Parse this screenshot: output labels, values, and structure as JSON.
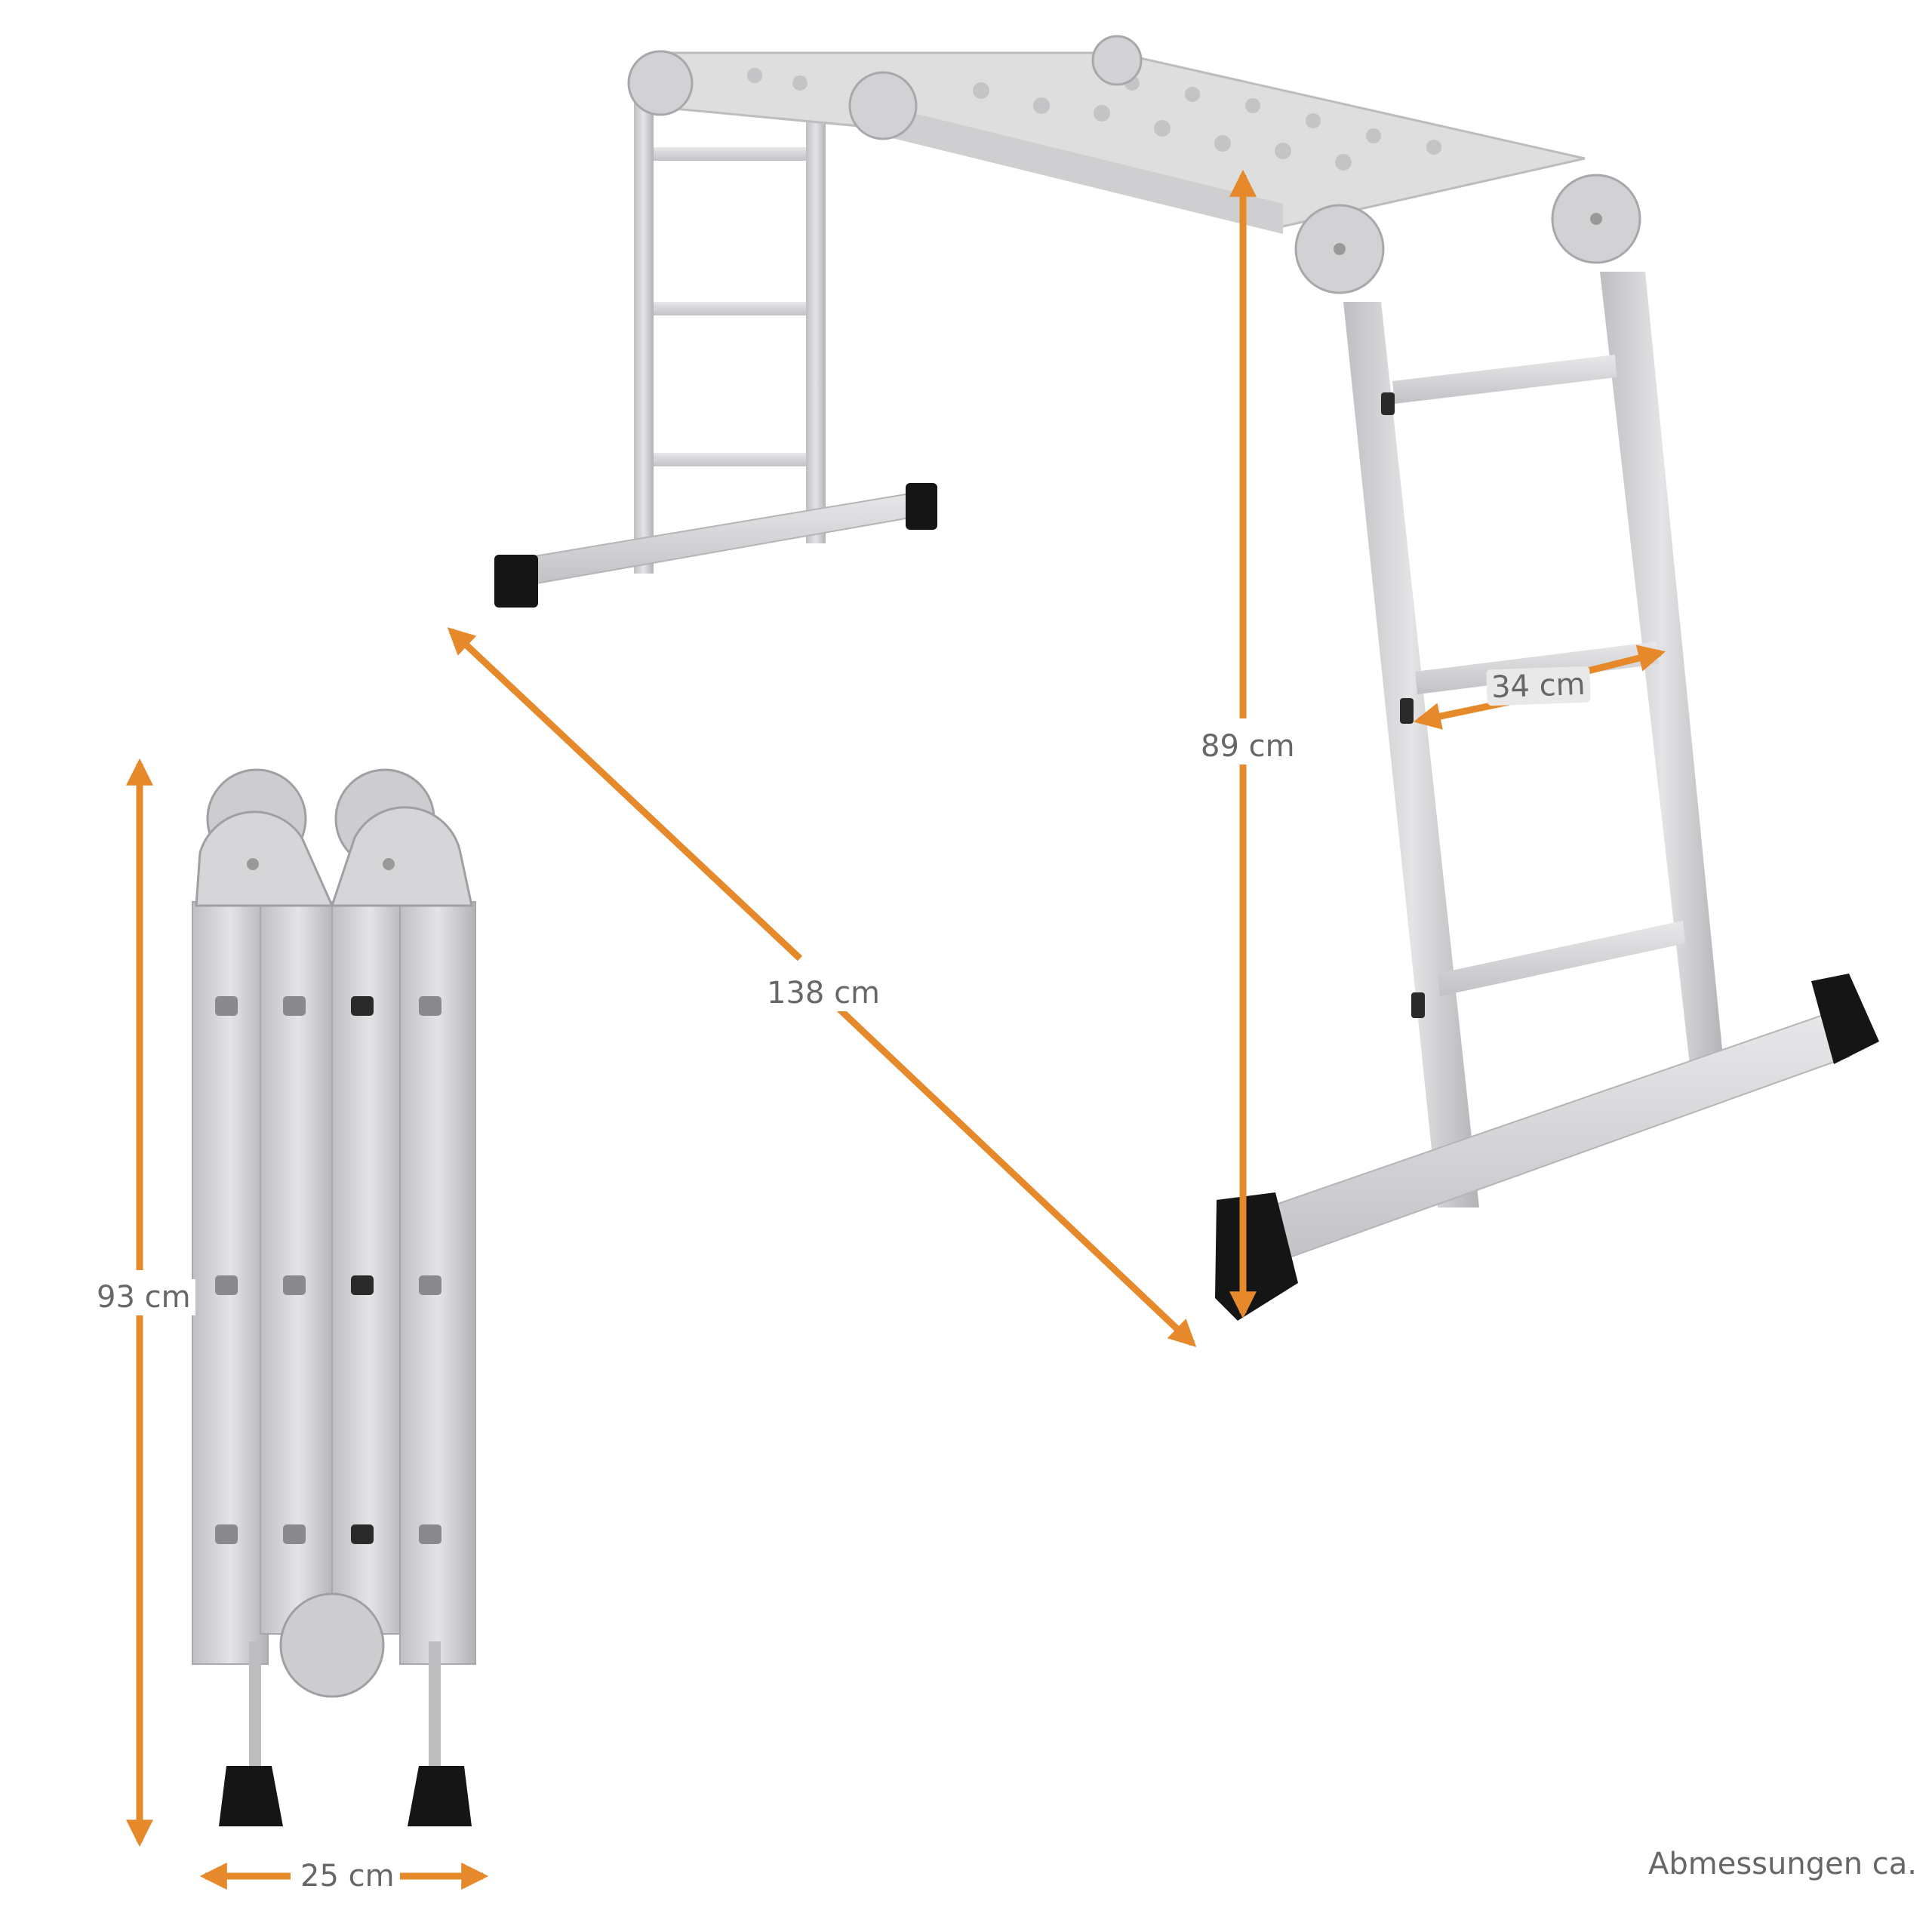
{
  "image": {
    "subject": "Multipurpose aluminium folding ladder with dimensions",
    "caption": "Abmessungen ca.",
    "colors": {
      "background": "#ffffff",
      "arrow": "#e6892a",
      "label_text": "#676767",
      "aluminium": "#d3d3d5",
      "aluminium_dark": "#a9a9ad",
      "feet": "#151515"
    }
  },
  "unfolded_ladder": {
    "configuration": "work platform (bridge)",
    "dimensions": {
      "height": {
        "label": "89 cm",
        "value": 89,
        "unit": "cm"
      },
      "diagonal_length": {
        "label": "138 cm",
        "value": 138,
        "unit": "cm"
      },
      "rung_width": {
        "label": "34 cm",
        "value": 34,
        "unit": "cm"
      }
    }
  },
  "folded_ladder": {
    "configuration": "folded",
    "dimensions": {
      "height": {
        "label": "93 cm",
        "value": 93,
        "unit": "cm"
      },
      "width": {
        "label": "25 cm",
        "value": 25,
        "unit": "cm"
      }
    }
  }
}
